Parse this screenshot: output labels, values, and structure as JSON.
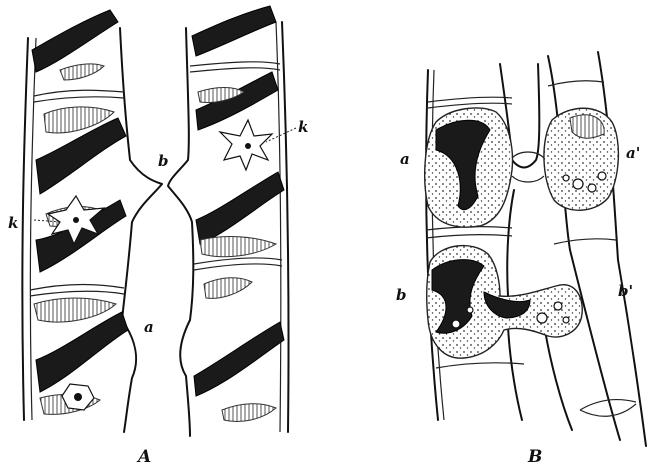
{
  "figure": {
    "panels": [
      {
        "caption": "A",
        "labels": [
          "b",
          "k",
          "k",
          "a"
        ]
      },
      {
        "caption": "B",
        "labels": [
          "a",
          "a'",
          "b",
          "b'"
        ]
      }
    ]
  }
}
